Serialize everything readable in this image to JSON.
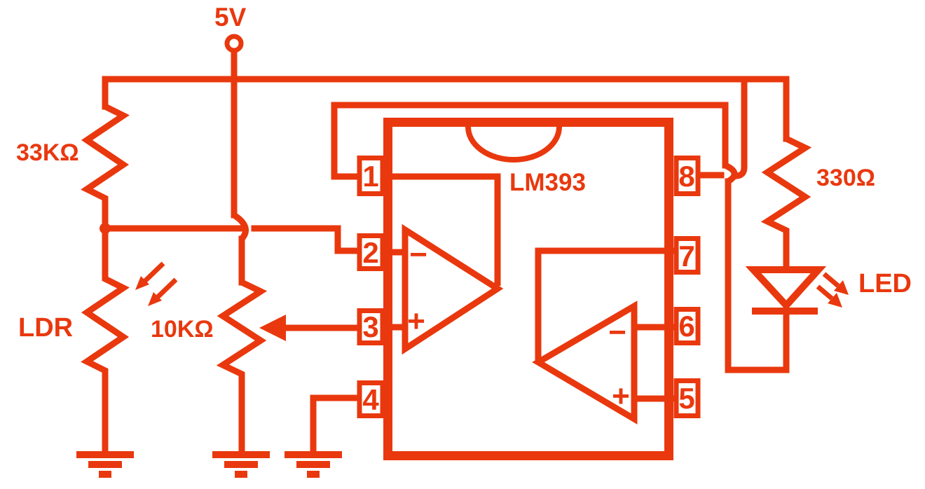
{
  "labels": {
    "supply": "5V",
    "r_top": "33KΩ",
    "ldr": "LDR",
    "pot": "10KΩ",
    "ic": "LM393",
    "r_led": "330Ω",
    "led": "LED"
  },
  "pins": [
    "1",
    "2",
    "3",
    "4",
    "5",
    "6",
    "7",
    "8"
  ],
  "signs": {
    "minus": "−",
    "plus": "+"
  },
  "colors": {
    "ink": "#e9380e",
    "background": "#ffffff"
  }
}
